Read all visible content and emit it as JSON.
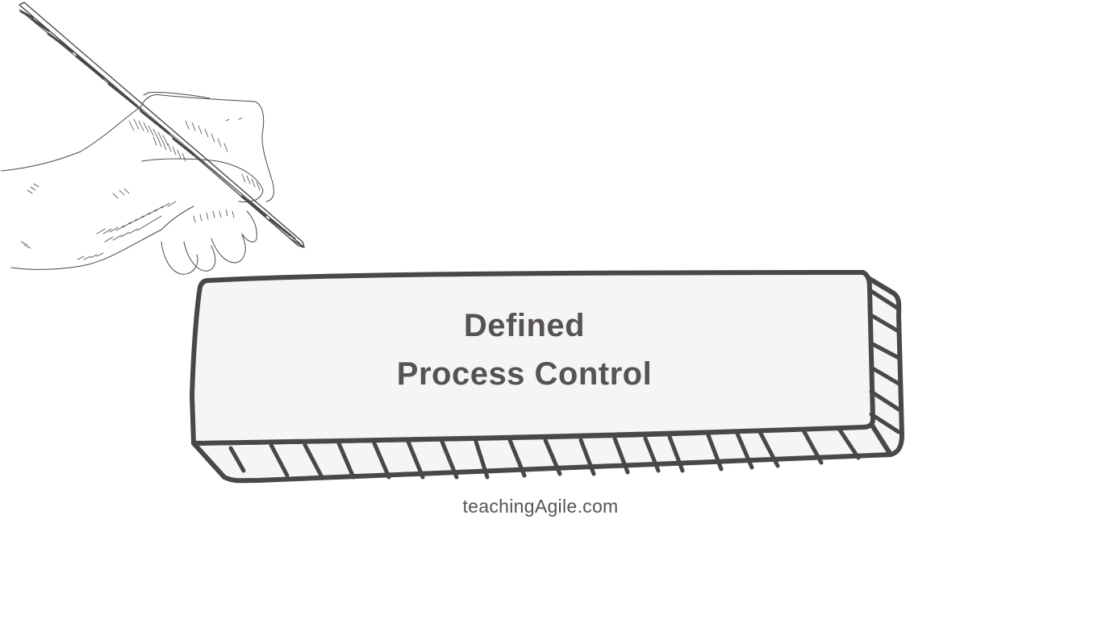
{
  "slide": {
    "title_line_1": "Defined",
    "title_line_2": "Process Control",
    "footer_text": "teachingAgile.com"
  },
  "colors": {
    "background": "#ffffff",
    "box_fill": "#f5f5f5",
    "outline": "#4a4748",
    "text": "#575253"
  },
  "icons": {
    "illustration": "hand-writing-with-pencil-icon",
    "banner": "3d-block-banner"
  }
}
